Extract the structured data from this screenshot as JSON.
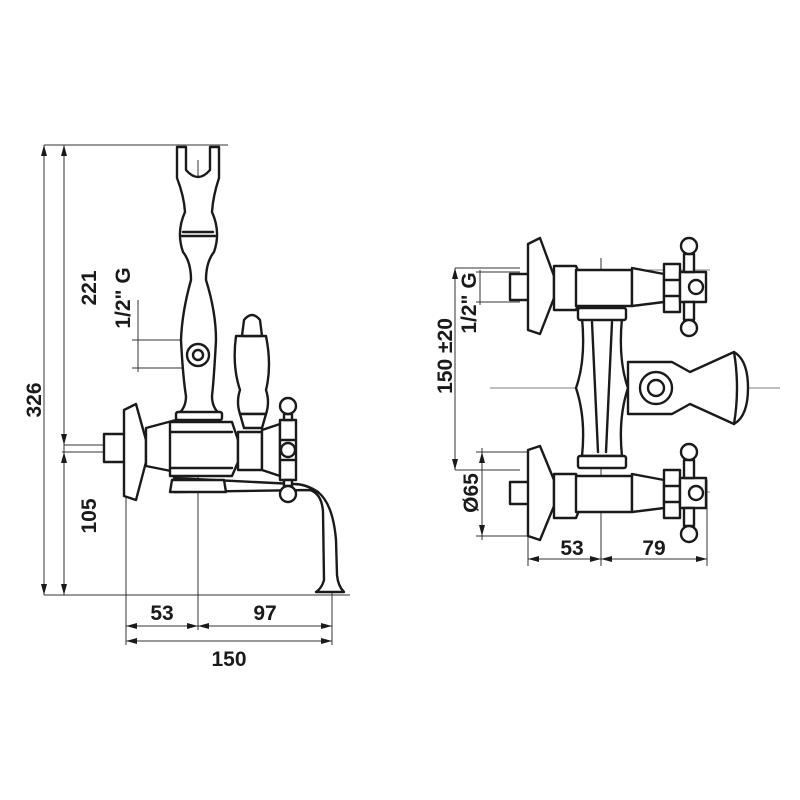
{
  "drawing": {
    "left_view": {
      "overall_height": "326",
      "handshower_height": "221",
      "inlet_height": "105",
      "thread": "1/2\" G",
      "wall_to_axis": "53",
      "axis_to_spout": "97",
      "total_projection": "150"
    },
    "right_view": {
      "centres": "150 ±20",
      "thread": "1/2\" G",
      "flange_diameter": "Ø65",
      "wall_to_axis": "53",
      "axis_to_handle": "79"
    }
  }
}
